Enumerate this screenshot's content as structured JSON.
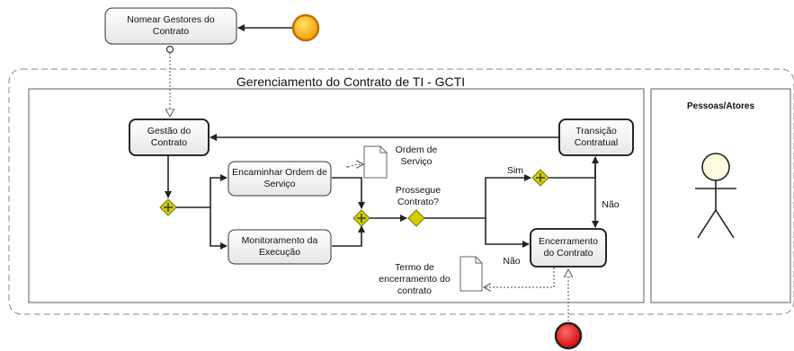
{
  "pool": {
    "title": "Gerenciamento do Contrato de TI - GCTI",
    "actors_lane_title": "Pessoas/Atores"
  },
  "tasks": {
    "nomear": "Nomear Gestores do Contrato",
    "gestao": "Gestão do Contrato",
    "transicao": "Transição Contratual",
    "encaminhar": "Encaminhar Ordem de Serviço",
    "monitoramento": "Monitoramento da Execução",
    "encerramento": "Encerramento do Contrato"
  },
  "artifacts": {
    "ordem_servico": "Ordem de Serviço",
    "termo_encerramento": "Termo de encerramento do contrato"
  },
  "gateway": {
    "question": "Prossegue Contrato?"
  },
  "flow_labels": {
    "sim": "Sim",
    "nao_right": "Não",
    "nao_bottom": "Não"
  },
  "colors": {
    "start_event": "#f5a000",
    "end_event": "#e01818",
    "gateway": "#cccc00",
    "task_border": "#222222"
  }
}
